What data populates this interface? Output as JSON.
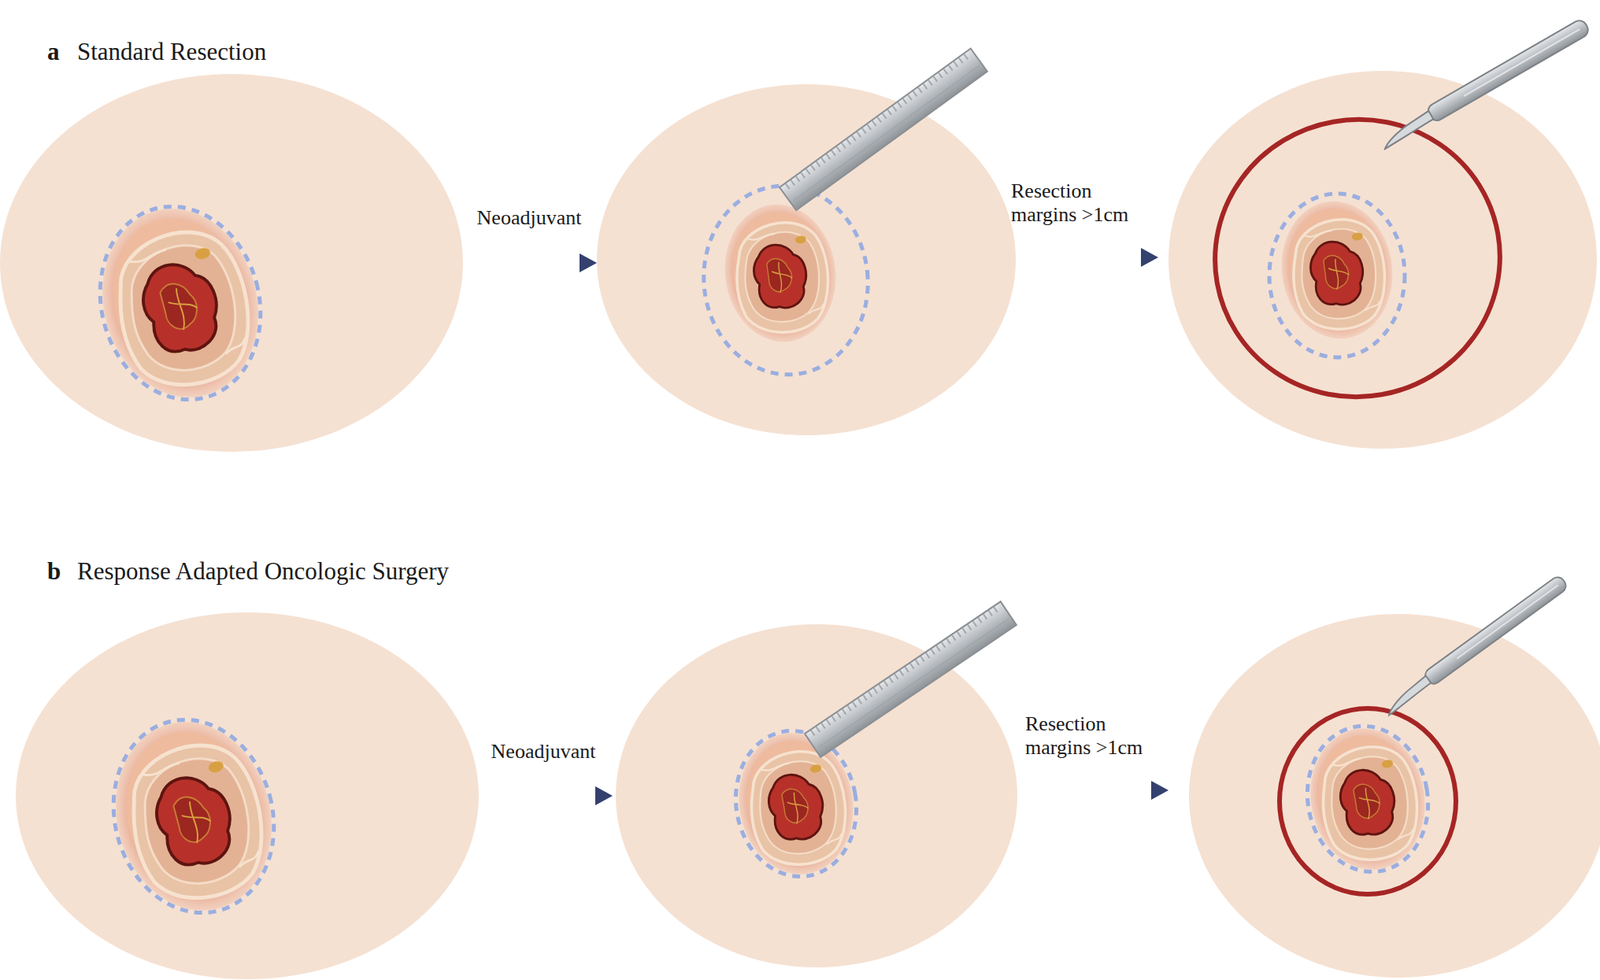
{
  "diagram": {
    "labels": [
      "a",
      "Standard Resection",
      "Neoadjuvant",
      "Resection margins >1cm",
      "b",
      "Response Adapted Oncologic Surgery",
      "Neoadjuvant",
      "Resection margins >1cm"
    ]
  }
}
